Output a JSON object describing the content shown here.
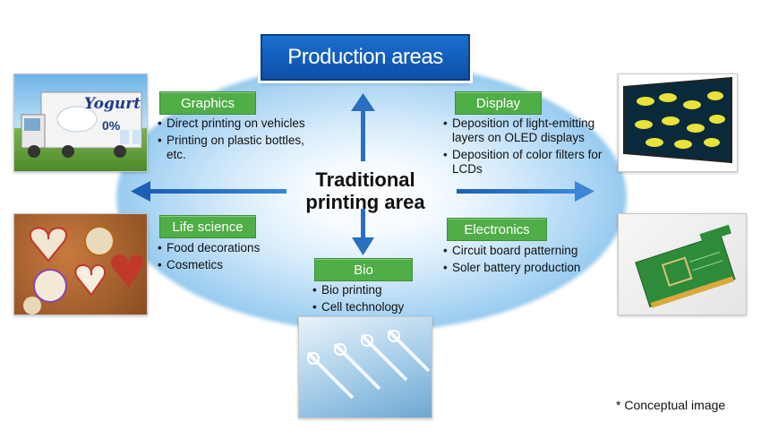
{
  "title": "Production areas",
  "center": {
    "line1": "Traditional",
    "line2": "printing area"
  },
  "areas": {
    "graphics": {
      "label": "Graphics",
      "items": [
        "Direct printing on vehicles",
        "Printing on plastic bottles, etc."
      ]
    },
    "display": {
      "label": "Display",
      "items": [
        "Deposition of light-emitting layers on OLED displays",
        "Deposition of color filters for LCDs"
      ]
    },
    "life_science": {
      "label": "Life science",
      "items": [
        "Food decorations",
        "Cosmetics"
      ]
    },
    "electronics": {
      "label": "Electronics",
      "items": [
        "Circuit board patterning",
        "Soler battery production"
      ]
    },
    "bio": {
      "label": "Bio",
      "items": [
        "Bio printing",
        "Cell technology"
      ]
    }
  },
  "truck_logo": {
    "brand": "Yogurt",
    "badge": "0%"
  },
  "footnote": "* Conceptual image",
  "colors": {
    "title_box": "#1b6fd0",
    "label_green": "#4fae46",
    "arrow_blue": "#2a6fc0",
    "ellipse": "#a9d4f3"
  }
}
